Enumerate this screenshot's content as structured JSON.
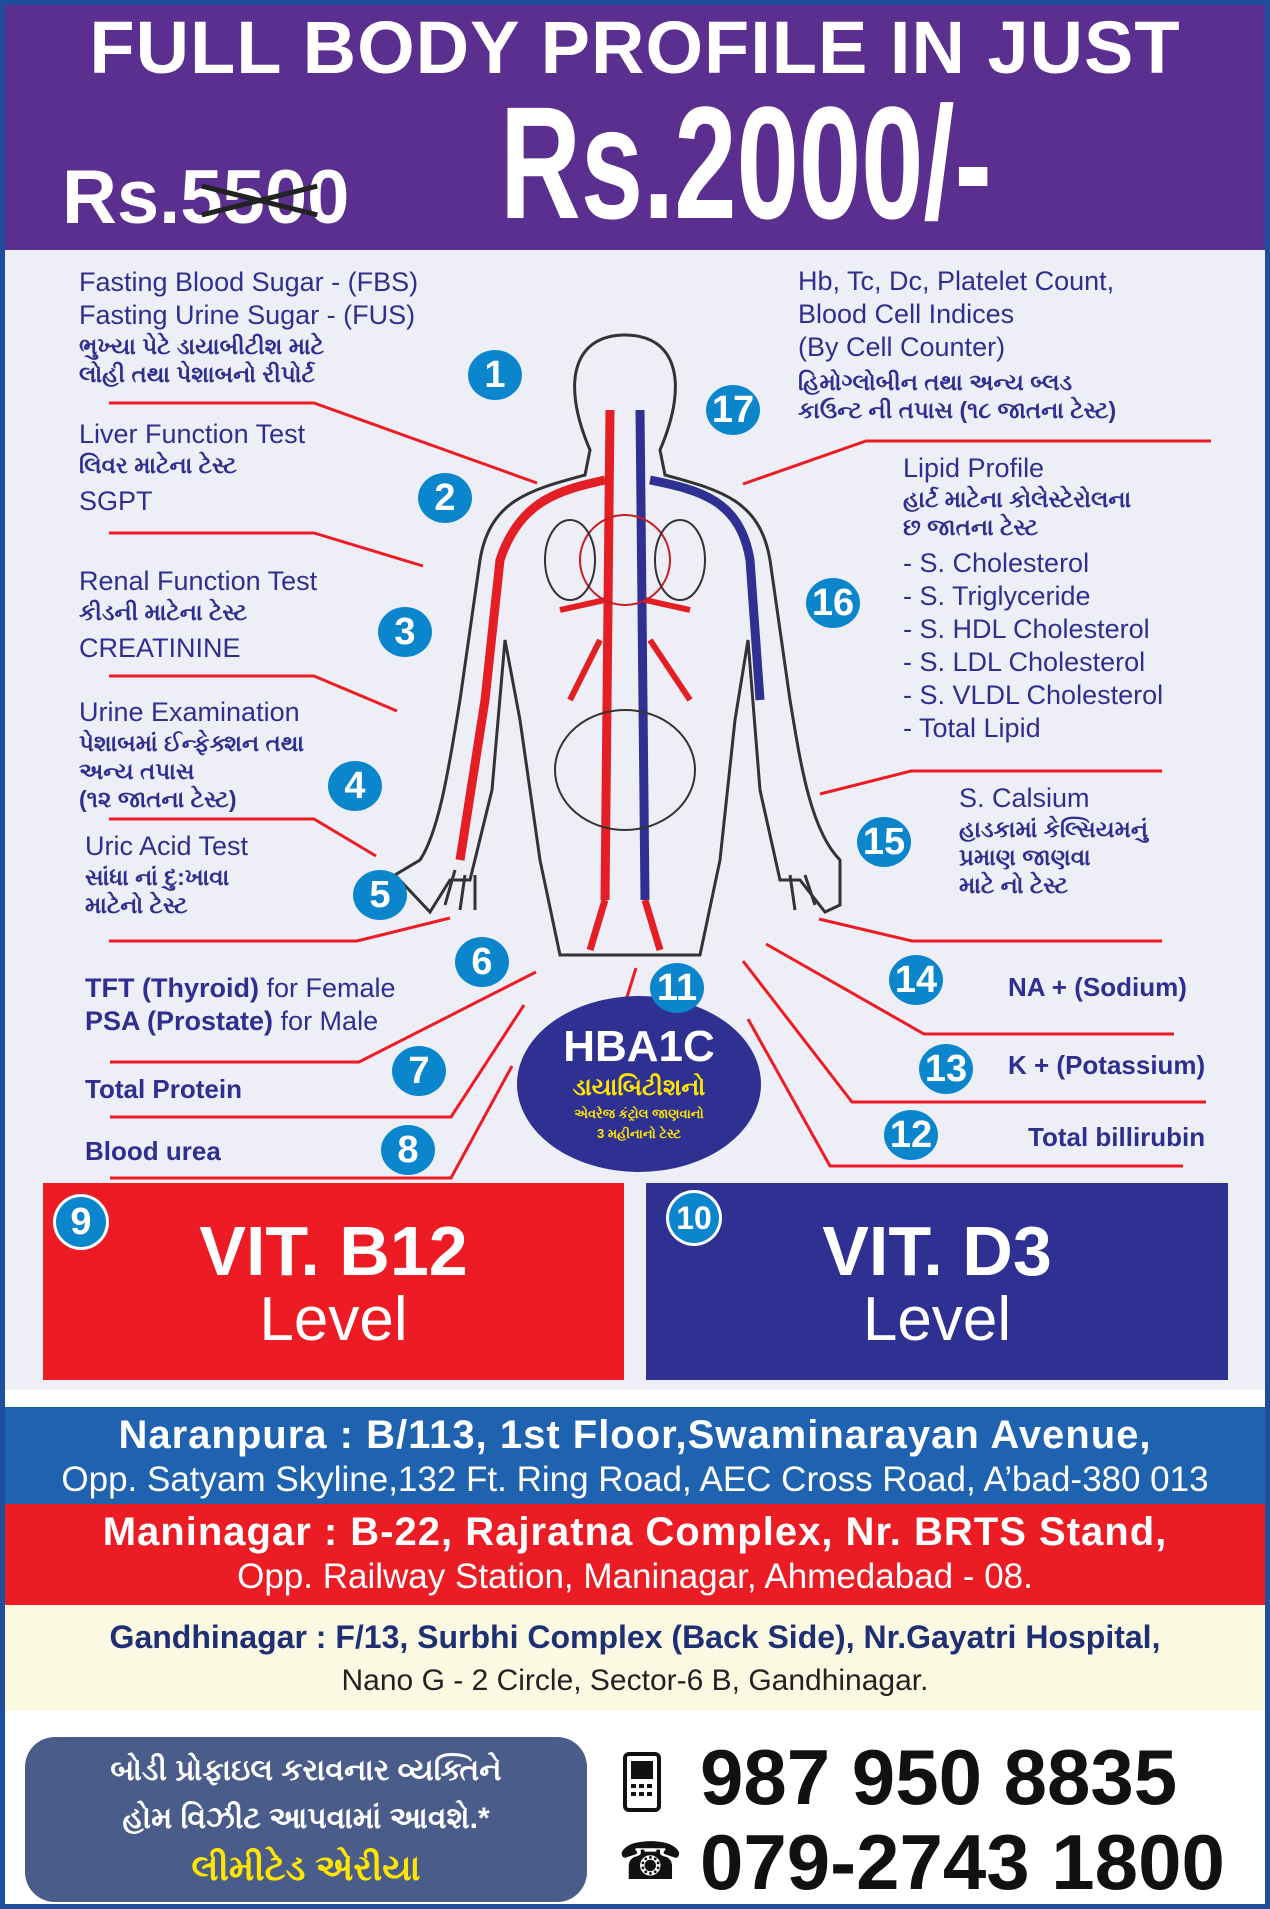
{
  "header": {
    "title": "FULL BODY PROFILE IN JUST",
    "old_price_prefix": "Rs.",
    "old_price_number": "5500",
    "new_price": "Rs.2000/-"
  },
  "tests": {
    "t1": {
      "num": "1",
      "lines": [
        "Fasting Blood Sugar - (FBS)",
        "Fasting Urine Sugar - (FUS)"
      ],
      "guj": [
        "ભુખ્યા પેટે ડાયાબીટીશ માટે",
        "લોહી તથા પેશાબનો રીપોર્ટ"
      ]
    },
    "t2": {
      "num": "2",
      "title": "Liver Function Test",
      "guj": "લિવર માટેના ટેસ્ટ",
      "sub": "SGPT"
    },
    "t3": {
      "num": "3",
      "title": "Renal Function Test",
      "guj": "કીડની માટેના ટેસ્ટ",
      "sub": "CREATININE"
    },
    "t4": {
      "num": "4",
      "title": "Urine Examination",
      "guj": [
        "પેશાબમાં ઈન્ફેક્શન તથા",
        "અન્ય તપાસ",
        "(૧૨ જાતના ટેસ્ટ)"
      ]
    },
    "t5": {
      "num": "5",
      "title": "Uric Acid Test",
      "guj": [
        "સાંધા નાં દુ:ખાવા",
        "માટેનો ટેસ્ટ"
      ]
    },
    "t6": {
      "num": "6",
      "tft": "TFT (Thyroid)",
      "tft_for": " for Female",
      "psa": "PSA (Prostate)",
      "psa_for": " for Male"
    },
    "t7": {
      "num": "7",
      "title": "Total Protein"
    },
    "t8": {
      "num": "8",
      "title": "Blood urea"
    },
    "t9": {
      "num": "9",
      "title": "VIT. B12",
      "sub": "Level"
    },
    "t10": {
      "num": "10",
      "title": "VIT. D3",
      "sub": "Level"
    },
    "t11": {
      "num": "11",
      "title": "HBA1C",
      "guj1": "ડાયાબિટીશનો",
      "guj2": "એવરેજ કંટ્રોલ જાણવાનો",
      "guj3": "3 મહીનાનો ટેસ્ટ"
    },
    "t12": {
      "num": "12",
      "title": "Total billirubin"
    },
    "t13": {
      "num": "13",
      "title": "K + (Potassium)"
    },
    "t14": {
      "num": "14",
      "title": "NA + (Sodium)"
    },
    "t15": {
      "num": "15",
      "title": "S. Calsium",
      "guj": [
        "હાડકામાં કેલ્સિયમનું",
        "પ્રમાણ જાણવા",
        "માટે નો ટેસ્ટ"
      ]
    },
    "t16": {
      "num": "16",
      "title": "Lipid Profile",
      "guj": [
        "હાર્ટ માટેના કોલેસ્ટેરોલના",
        "છ જાતના ટેસ્ટ"
      ],
      "items": [
        "- S. Cholesterol",
        "- S. Triglyceride",
        "- S. HDL Cholesterol",
        "- S. LDL Cholesterol",
        "- S. VLDL Cholesterol",
        "- Total Lipid"
      ]
    },
    "t17": {
      "num": "17",
      "lines": [
        "Hb, Tc, Dc, Platelet Count,",
        "Blood Cell Indices",
        "(By Cell Counter)"
      ],
      "guj": [
        "હિમોગ્લોબીન તથા અન્ય બ્લડ",
        "કાઉન્ટ ની તપાસ (૧૮ જાતના ટેસ્ટ)"
      ]
    }
  },
  "addresses": [
    {
      "bold": "Naranpura : B/113, 1st Floor,Swaminarayan Avenue,",
      "line": "Opp. Satyam Skyline,132 Ft. Ring Road, AEC Cross Road, A’bad-380 013"
    },
    {
      "bold": "Maninagar : B-22, Rajratna Complex, Nr. BRTS Stand,",
      "line": "Opp. Railway Station, Maninagar, Ahmedabad - 08."
    },
    {
      "bold": "Gandhinagar : F/13, Surbhi Complex (Back Side), Nr.Gayatri Hospital,",
      "line": "Nano G - 2 Circle, Sector-6 B, Gandhinagar."
    }
  ],
  "home_visit": {
    "line1": "બોડી પ્રોફાઇલ કરાવનાર વ્યક્તિને",
    "line2": "હોમ વિઝીટ આપવામાં આવશે.*",
    "line3": "લીમીટેડ એરીયા"
  },
  "phones": {
    "mobile": "987 950 8835",
    "landline": "079-2743 1800"
  },
  "colors": {
    "purple": "#5a2f8f",
    "red": "#ed1c24",
    "navy": "#2e3191",
    "blue": "#0b86cc"
  }
}
